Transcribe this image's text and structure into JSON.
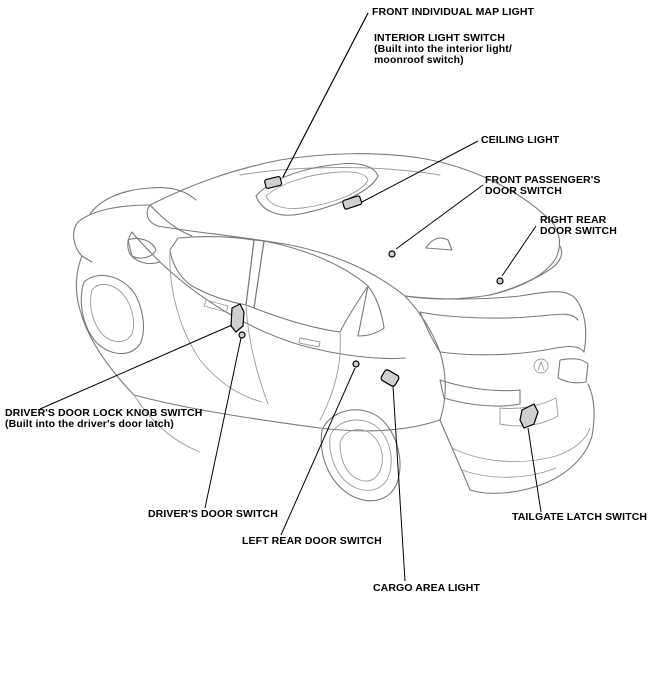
{
  "labels": {
    "front_individual_map_light": "FRONT INDIVIDUAL MAP LIGHT",
    "interior_light_switch_line1": "INTERIOR LIGHT SWITCH",
    "interior_light_switch_line2": "(Built into the interior light/",
    "interior_light_switch_line3": "moonroof switch)",
    "ceiling_light": "CEILING LIGHT",
    "front_passenger_door_switch_line1": "FRONT PASSENGER'S",
    "front_passenger_door_switch_line2": "DOOR SWITCH",
    "right_rear_door_switch_line1": "RIGHT REAR",
    "right_rear_door_switch_line2": "DOOR SWITCH",
    "drivers_door_lock_knob_switch_line1": "DRIVER'S DOOR LOCK KNOB SWITCH",
    "drivers_door_lock_knob_switch_line2": "(Built into the driver's door latch)",
    "drivers_door_switch": "DRIVER'S DOOR SWITCH",
    "left_rear_door_switch": "LEFT REAR DOOR SWITCH",
    "cargo_area_light": "CARGO AREA LIGHT",
    "tailgate_latch_switch": "TAILGATE LATCH SWITCH"
  }
}
